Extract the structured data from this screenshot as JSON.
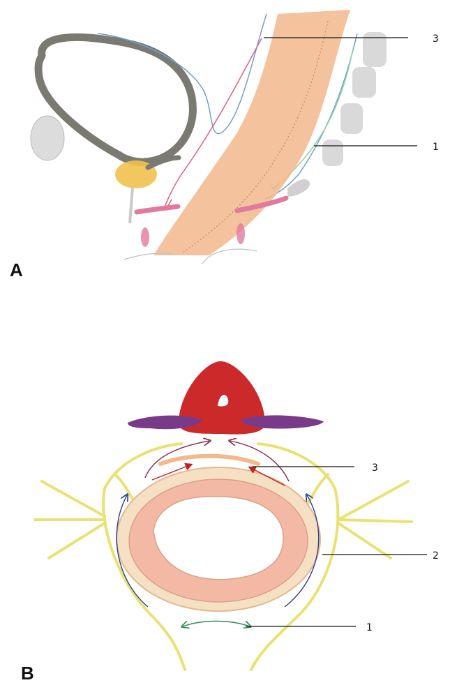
{
  "panels": [
    {
      "label": "A",
      "callouts": [
        {
          "id": "a3",
          "number": "3"
        },
        {
          "id": "a1",
          "number": "1"
        }
      ]
    },
    {
      "label": "B",
      "callouts": [
        {
          "id": "b3",
          "number": "3"
        },
        {
          "id": "b2",
          "number": "2"
        },
        {
          "id": "b1",
          "number": "1"
        }
      ]
    }
  ],
  "colors": {
    "bladder_wall": "#7a7a72",
    "prostate": "#f2c14e",
    "rectum": "#f2b98c",
    "bone": "#d9d9d9",
    "fascia_blue": "#6f9fd0",
    "fascia_red": "#e0607a",
    "fascia_green": "#8fd59a",
    "levator_muscle": "#e27aa0",
    "nerve_yellow": "#e8dc5a",
    "vertebra_red": "#cc2a2a",
    "psoas_purple": "#7a3a8a",
    "arrow_navy": "#2b3f8f",
    "arrow_maroon": "#8a2a4a",
    "arrow_red": "#c41e1e",
    "arrow_green": "#2e8b57"
  }
}
